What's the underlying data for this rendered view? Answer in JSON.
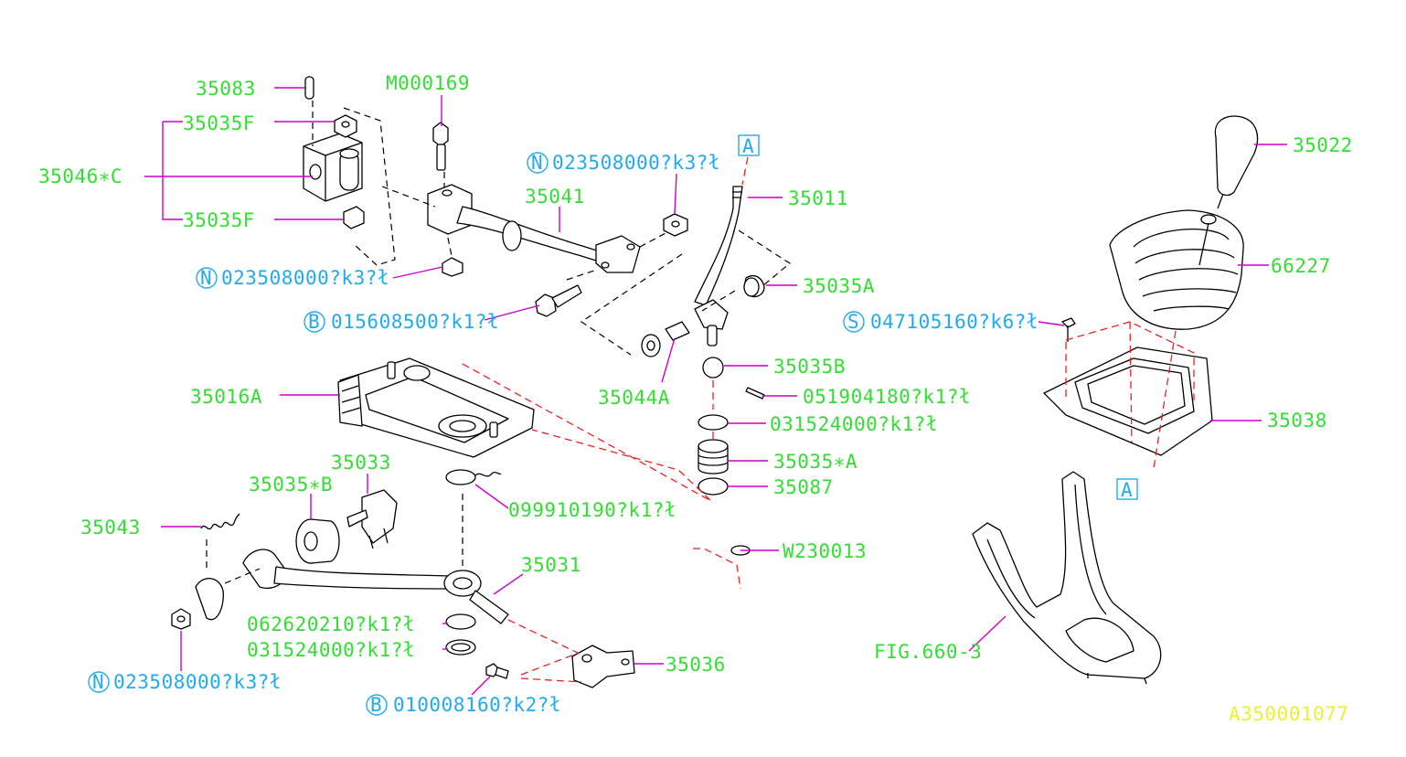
{
  "diagram": {
    "reference_code": "A350001077",
    "parts": {
      "p35083": "35083",
      "pM000169": "M000169",
      "p35035F_top": "35035F",
      "p35046C": "35046∗C",
      "p35035F_bottom": "35035F",
      "nut_top_prefix": "N",
      "nut_top": "023508000?k3?ł",
      "p35041": "35041",
      "nut_mid_prefix": "N",
      "nut_mid": "023508000?k3?ł",
      "bolt_mid_prefix": "B",
      "bolt_mid": "015608500?k1?ł",
      "box_a_top": "A",
      "p35011": "35011",
      "p35035A": "35035A",
      "p35044A": "35044A",
      "p35035B": "35035B",
      "pin_051904180": "051904180?k1?ł",
      "washer_031524000_upper": "031524000?k1?ł",
      "p35035A_star": "35035∗A",
      "p35087": "35087",
      "p35016A": "35016A",
      "p35033": "35033",
      "p35035B_star": "35035∗B",
      "p35043": "35043",
      "clip_099910190": "099910190?k1?ł",
      "p35031": "35031",
      "pW230013": "W230013",
      "ring_062620210": "062620210?k1?ł",
      "washer_031524000_lower": "031524000?k1?ł",
      "nut_bottom_prefix": "N",
      "nut_bottom": "023508000?k3?ł",
      "p35036": "35036",
      "bolt_bottom_prefix": "B",
      "bolt_bottom": "010008160?k2?ł",
      "p35022": "35022",
      "p66227": "66227",
      "screw_prefix": "S",
      "screw_047105160": "047105160?k6?ł",
      "p35038": "35038",
      "box_a_bottom": "A",
      "fig_ref": "FIG.660-3"
    },
    "colors": {
      "part_number": "#33dd33",
      "standard_part": "#22aaee",
      "leader": "#cc00cc",
      "hidden_line": "#ee2222",
      "reference_code": "#eeee33"
    }
  }
}
